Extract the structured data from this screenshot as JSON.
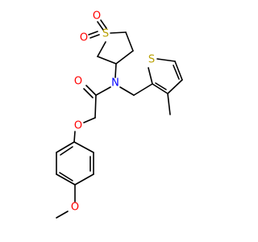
{
  "structure": {
    "atoms": {
      "s_sulfone": "S",
      "o_sulfone_1": "O",
      "o_sulfone_2": "O",
      "o_carbonyl": "O",
      "n_amide": "N",
      "s_thiophene": "S",
      "o_ether": "O",
      "o_methoxy": "O"
    }
  },
  "colors": {
    "oxygen": "#ff0000",
    "nitrogen": "#0000ff",
    "sulfur": "#b8a000",
    "bond": "#000000"
  }
}
